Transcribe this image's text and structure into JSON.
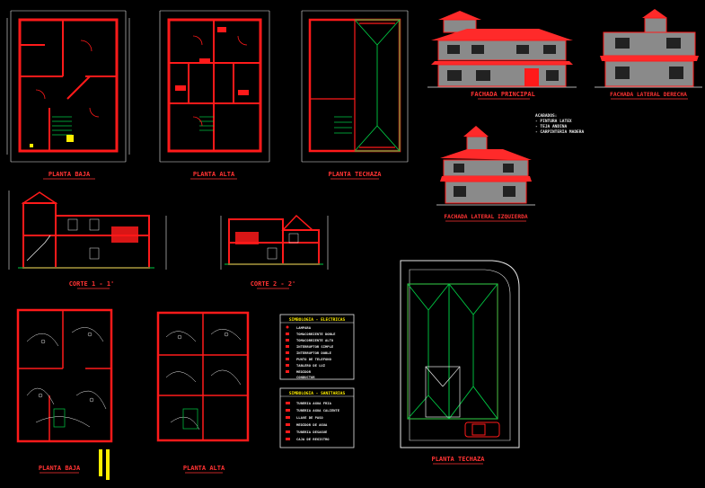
{
  "colors": {
    "background": "#000000",
    "wall": "#ff1a1a",
    "dimension": "#e8e8e8",
    "title": "#ff3333",
    "hatch": "#00cc44",
    "accent": "#ffee00",
    "roof": "#ff2a2a",
    "facade_fill": "#8a8a8a"
  },
  "sheets": [
    {
      "id": "planta-baja",
      "title": "PLANTA BAJA"
    },
    {
      "id": "planta-alta",
      "title": "PLANTA ALTA"
    },
    {
      "id": "planta-techos",
      "title": "PLANTA TECHAZA"
    },
    {
      "id": "fachada-principal",
      "title": "FACHADA PRINCIPAL"
    },
    {
      "id": "fachada-lateral-derecha",
      "title": "FACHADA LATERAL DERECHA"
    },
    {
      "id": "fachada-lateral-izquierda",
      "title": "FACHADA LATERAL IZQUIERDA"
    },
    {
      "id": "corte-1",
      "title": "CORTE 1 - 1'"
    },
    {
      "id": "corte-2",
      "title": "CORTE 2 - 2'"
    },
    {
      "id": "instalaciones-baja",
      "title": "PLANTA BAJA"
    },
    {
      "id": "instalaciones-alta",
      "title": "PLANTA ALTA"
    },
    {
      "id": "sitio",
      "title": "PLANTA TECHAZA"
    }
  ],
  "legend_electrico": {
    "title": "SIMBOLOGIA - ELECTRICAS",
    "rows": [
      "LAMPARA",
      "TOMACORRIENTE DOBLE",
      "TOMACORRIENTE ALTO",
      "INTERRUPTOR SIMPLE",
      "INTERRUPTOR DOBLE",
      "PUNTO DE TELEFONO",
      "TABLERO DE LUZ",
      "MEDIDOR",
      "CONDUCTOR"
    ]
  },
  "legend_sanitario": {
    "title": "SIMBOLOGIA - SANITARIAS",
    "rows": [
      "TUBERIA AGUA FRIA",
      "TUBERIA AGUA CALIENTE",
      "LLAVE DE PASO",
      "MEDIDOR DE AGUA",
      "TUBERIA DESAGUE",
      "CAJA DE REGISTRO"
    ]
  },
  "notes": [
    "ACABADOS:",
    "- PINTURA LATEX",
    "- TEJA ANDINA",
    "- CARPINTERIA MADERA"
  ]
}
